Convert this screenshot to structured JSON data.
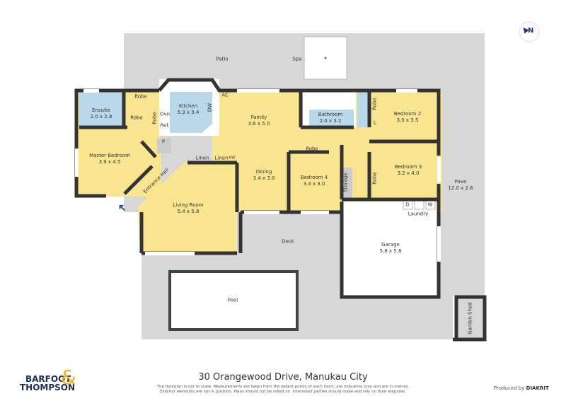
{
  "rooms": {
    "patio": "Patio",
    "spa": "Spa",
    "ac": "AC",
    "ensuite": {
      "name": "Ensuite",
      "dims": "2.0 x 2.8"
    },
    "robe_top": "Robe",
    "robe_mid": "Robe",
    "robe_vert": "Robe",
    "kitchen": {
      "name": "Kitchen",
      "dims": "5.3 x 3.4"
    },
    "oven": "Ovn",
    "ref": "Ref.",
    "dw": "DW",
    "pantry": "P",
    "family": {
      "name": "Family",
      "dims": "3.6 x 5.0"
    },
    "bathroom": {
      "name": "Bathroom",
      "dims": "2.0 x 3.2"
    },
    "robe_bed2": "Robe",
    "linen_cupboard": "L",
    "bedroom2": {
      "name": "Bedroom 2",
      "dims": "3.0 x 3.5"
    },
    "master": {
      "name": "Master Bedroom",
      "dims": "3.9 x 4.5"
    },
    "entrance_hall": "Entrance Hall",
    "linen1": "Linen",
    "linen2": "Linen",
    "hw": "HW",
    "dining": {
      "name": "Dining",
      "dims": "3.4 x 3.0"
    },
    "robe_bed4": "Robe",
    "bedroom4": {
      "name": "Bedroom 4",
      "dims": "3.4 x 3.0"
    },
    "storage": "Storage",
    "robe_bed3": "Robe",
    "bedroom3": {
      "name": "Bedroom 3",
      "dims": "3.2 x 4.0"
    },
    "pave": {
      "name": "Pave",
      "dims": "12.0 x 2.6"
    },
    "dryer": "D",
    "washer": "W",
    "laundry": "Laundry",
    "living": {
      "name": "Living Room",
      "dims": "5.4 x 5.8"
    },
    "deck": "Deck",
    "garage": {
      "name": "Garage",
      "dims": "5.8 x 5.8"
    },
    "pool": "Pool",
    "garden_shed": "Garden Shed"
  },
  "compass": "N",
  "footer": {
    "address": "30 Orangewood Drive, Manukau City",
    "disclaimer_1": "The floorplan is not to scale. Measurements are taken from the widest points of each room, are indicative only and are in metres.",
    "disclaimer_2": "Exterior elements are not in position. Plans should not be relied on. Interested parties should make and rely on their enquires.",
    "logo_line1": "BARFOOT",
    "logo_line2": "THOMPSON",
    "produced_by": "Produced by",
    "producer": "DIAKRIT"
  },
  "colors": {
    "room": "#f9e590",
    "wet_area": "#b9d8ea",
    "exterior": "#d7d7d7",
    "wall": "#333333",
    "brand_navy": "#1b2d5a",
    "brand_gold": "#f3b01b"
  }
}
